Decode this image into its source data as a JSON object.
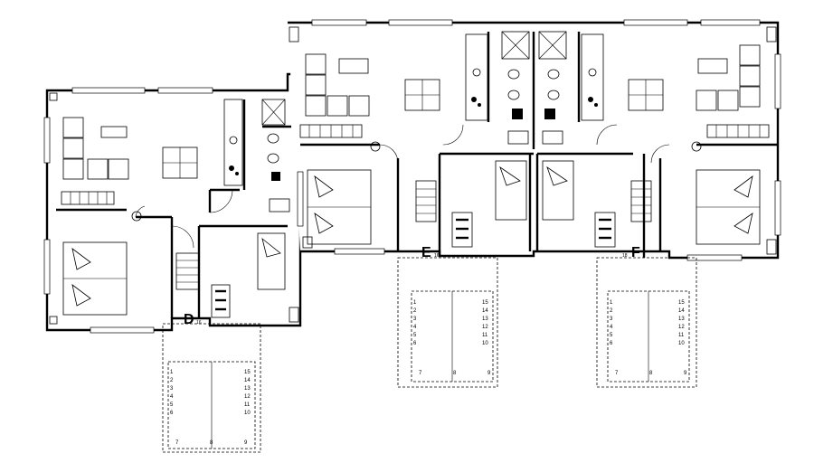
{
  "units": [
    {
      "letter": "D",
      "level": "16"
    },
    {
      "letter": "E",
      "level": "16"
    },
    {
      "letter": "F",
      "level": "18"
    }
  ],
  "stair_steps": [
    "1",
    "2",
    "3",
    "4",
    "5",
    "6",
    "7",
    "8",
    "9",
    "10",
    "11",
    "12",
    "13",
    "14",
    "15"
  ]
}
